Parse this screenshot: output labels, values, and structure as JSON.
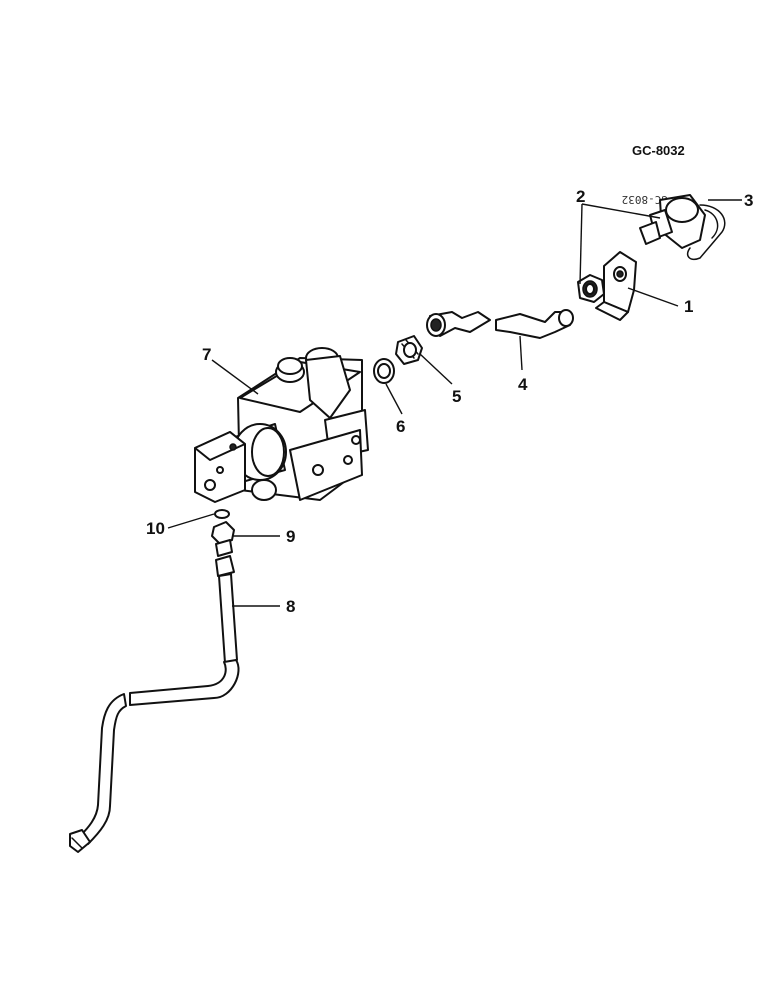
{
  "drawing_id": "GC-8032",
  "stamp_text": "GC-8032",
  "callouts": [
    {
      "label": "1",
      "part": "mounting-bracket"
    },
    {
      "label": "2",
      "part": "nut"
    },
    {
      "label": "3",
      "part": "coupler-with-dust-cap"
    },
    {
      "label": "4",
      "part": "hydraulic-tube-upper"
    },
    {
      "label": "5",
      "part": "adapter-fitting"
    },
    {
      "label": "6",
      "part": "o-ring-washer"
    },
    {
      "label": "7",
      "part": "control-valve"
    },
    {
      "label": "8",
      "part": "hydraulic-tube-lower"
    },
    {
      "label": "9",
      "part": "elbow-adapter"
    },
    {
      "label": "10",
      "part": "o-ring"
    }
  ]
}
